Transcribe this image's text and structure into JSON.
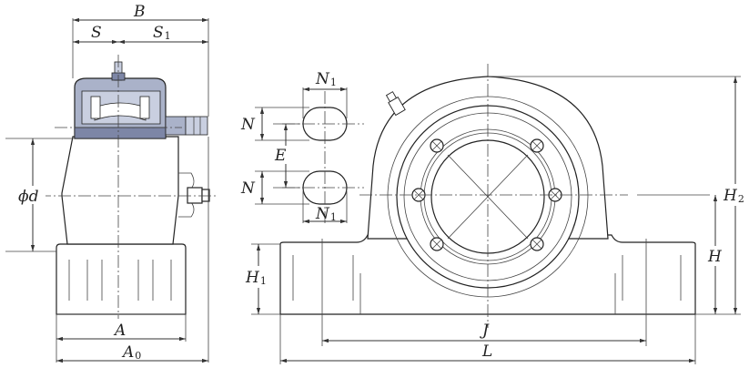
{
  "labels": {
    "B": "B",
    "S": "S",
    "S1": "S",
    "S1_sub": "1",
    "phi_d": "ϕd",
    "A": "A",
    "A0": "A",
    "A0_sub": "0",
    "N1_top": "N",
    "N1_top_sub": "1",
    "N1_bottom": "N",
    "N1_bottom_sub": "1",
    "N_top": "N",
    "N_bottom": "N",
    "E": "E",
    "H1": "H",
    "H1_sub": "1",
    "H": "H",
    "H2": "H",
    "H2_sub": "2",
    "J": "J",
    "L": "L"
  },
  "colors": {
    "insert_shade": "#aab2c9",
    "insert_dark": "#7d86a6",
    "line": "#333333"
  }
}
